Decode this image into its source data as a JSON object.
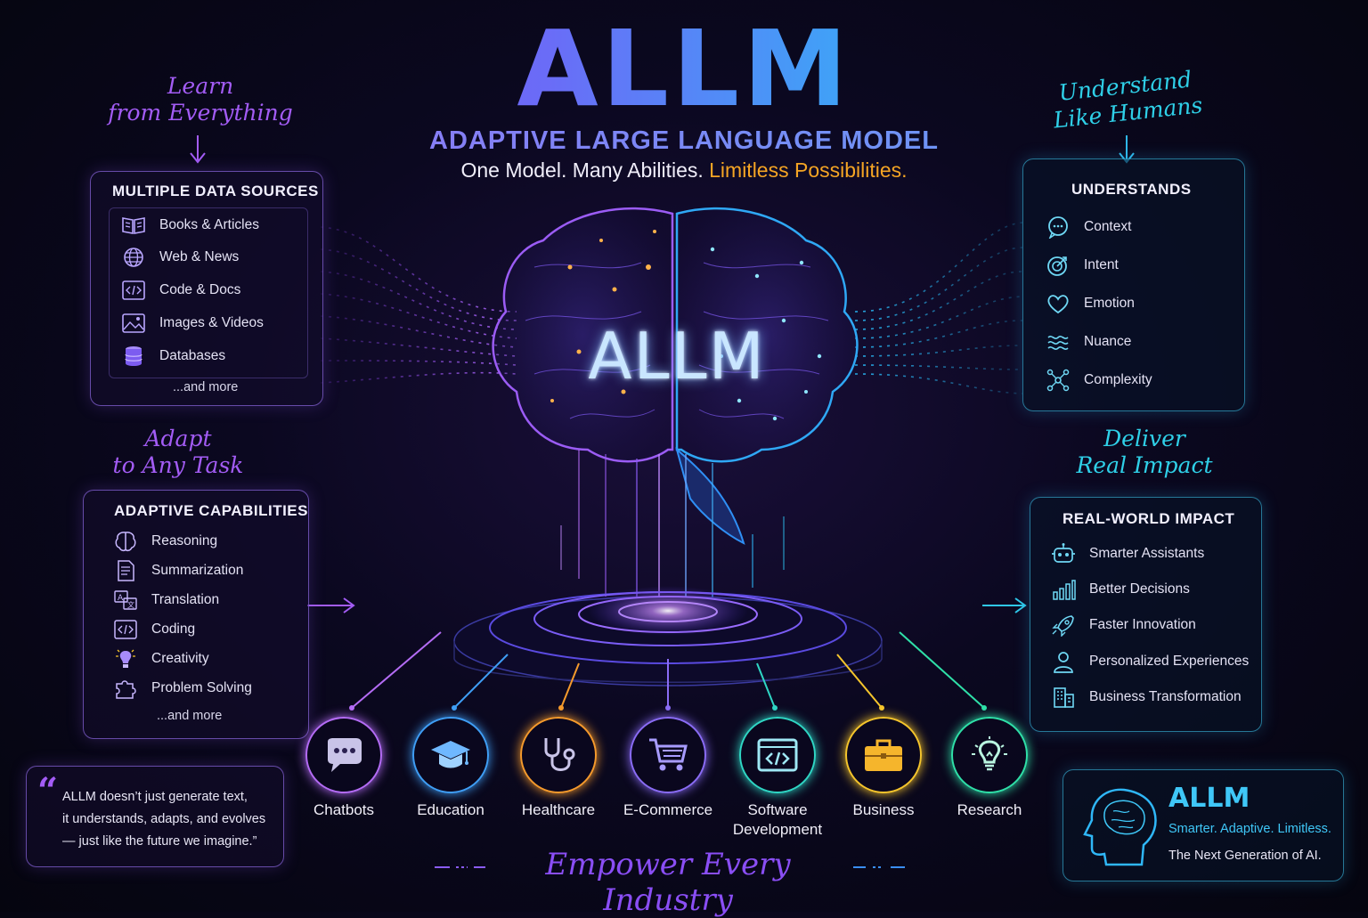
{
  "header": {
    "title": "ALLM",
    "subtitle": "ADAPTIVE LARGE LANGUAGE MODEL",
    "tagline_main": "One Model. Many Abilities. ",
    "tagline_highlight": "Limitless Possibilities."
  },
  "brain_label": "ALLM",
  "left_top": {
    "script": [
      "Learn",
      "from Everything"
    ],
    "title": "MULTIPLE DATA SOURCES",
    "items": [
      "Books & Articles",
      "Web & News",
      "Code & Docs",
      "Images & Videos",
      "Databases"
    ],
    "more": "...and more"
  },
  "left_mid": {
    "script": [
      "Adapt",
      "to Any Task"
    ],
    "title": "ADAPTIVE CAPABILITIES",
    "items": [
      "Reasoning",
      "Summarization",
      "Translation",
      "Coding",
      "Creativity",
      "Problem Solving"
    ],
    "more": "...and more"
  },
  "right_top": {
    "script": [
      "Understand",
      "Like Humans"
    ],
    "title": "UNDERSTANDS",
    "items": [
      "Context",
      "Intent",
      "Emotion",
      "Nuance",
      "Complexity"
    ]
  },
  "right_mid": {
    "script": [
      "Deliver",
      "Real Impact"
    ],
    "title": "REAL-WORLD IMPACT",
    "items": [
      "Smarter Assistants",
      "Better Decisions",
      "Faster Innovation",
      "Personalized Experiences",
      "Business Transformation"
    ]
  },
  "quote": {
    "mark": "“",
    "lines": [
      "ALLM doesn’t just generate text,",
      "it understands, adapts, and evolves",
      "— just like the future we imagine.”"
    ]
  },
  "industries": {
    "items": [
      {
        "label": "Chatbots",
        "icon": "chat-bubble-icon",
        "color": "#b46cf5"
      },
      {
        "label": "Education",
        "icon": "graduation-cap-icon",
        "color": "#3f9ef5"
      },
      {
        "label": "Healthcare",
        "icon": "stethoscope-icon",
        "color": "#f59a2c"
      },
      {
        "label": "E-Commerce",
        "icon": "shopping-cart-icon",
        "color": "#8a6cf5"
      },
      {
        "label": "Software",
        "label2": "Development",
        "icon": "code-window-icon",
        "color": "#2fd6c4"
      },
      {
        "label": "Business",
        "icon": "briefcase-icon",
        "color": "#f5c52c"
      },
      {
        "label": "Research",
        "icon": "lightbulb-icon",
        "color": "#2fe0a8"
      }
    ],
    "footer": "Empower Every Industry"
  },
  "brand_card": {
    "title": "ALLM",
    "line1": "Smarter. Adaptive. Limitless.",
    "line2": "The Next Generation of AI."
  },
  "colors": {
    "purple": "#8b3df5",
    "cyan": "#27d4f2",
    "orange": "#f5a524"
  }
}
